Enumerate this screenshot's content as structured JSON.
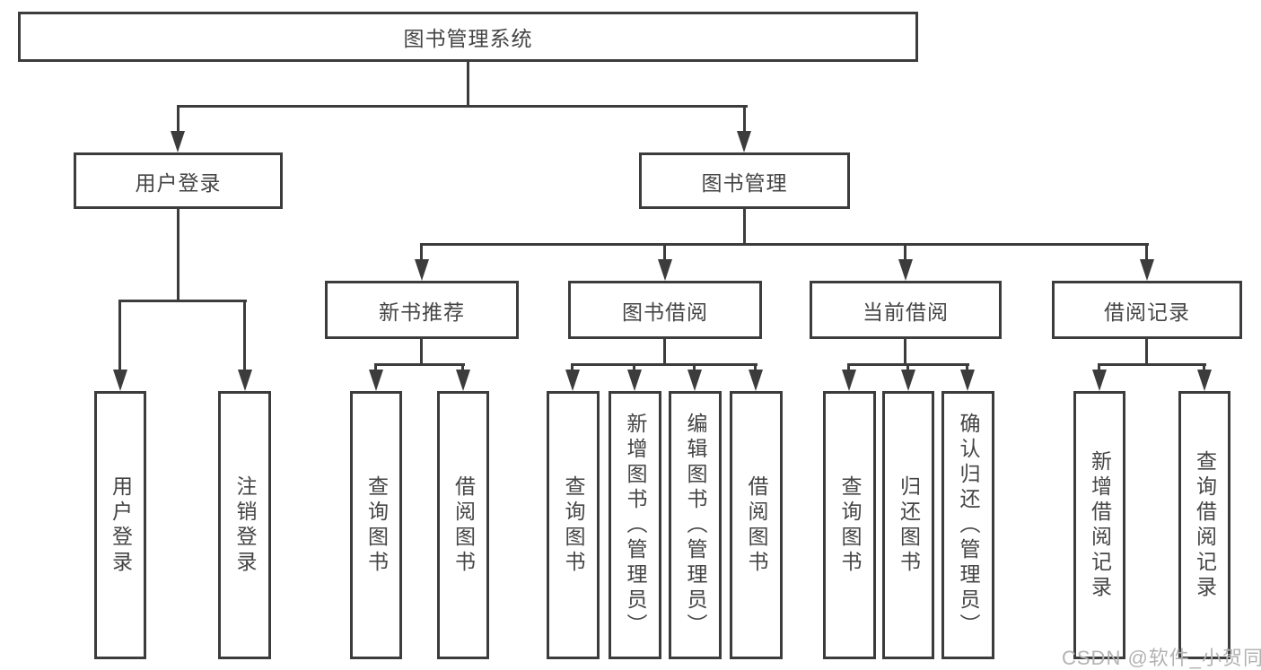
{
  "diagram": {
    "root": {
      "label": "图书管理系统"
    },
    "level2": [
      {
        "label": "用户登录"
      },
      {
        "label": "图书管理"
      }
    ],
    "level3": [
      {
        "label": "新书推荐"
      },
      {
        "label": "图书借阅"
      },
      {
        "label": "当前借阅"
      },
      {
        "label": "借阅记录"
      }
    ],
    "leaves": [
      {
        "label": "用户登录"
      },
      {
        "label": "注销登录"
      },
      {
        "label": "查询图书"
      },
      {
        "label": "借阅图书"
      },
      {
        "label": "查询图书"
      },
      {
        "label": "新增图书（管理员）"
      },
      {
        "label": "编辑图书（管理员）"
      },
      {
        "label": "借阅图书"
      },
      {
        "label": "查询图书"
      },
      {
        "label": "归还图书"
      },
      {
        "label": "确认归还（管理员）"
      },
      {
        "label": "新增借阅记录"
      },
      {
        "label": "查询借阅记录"
      }
    ]
  },
  "watermark": {
    "text": "CSDN @软件_小贺同学"
  },
  "colors": {
    "line": "#3c3c3c",
    "text": "#454545",
    "watermark": "#b3b3b3",
    "background": "#ffffff"
  }
}
